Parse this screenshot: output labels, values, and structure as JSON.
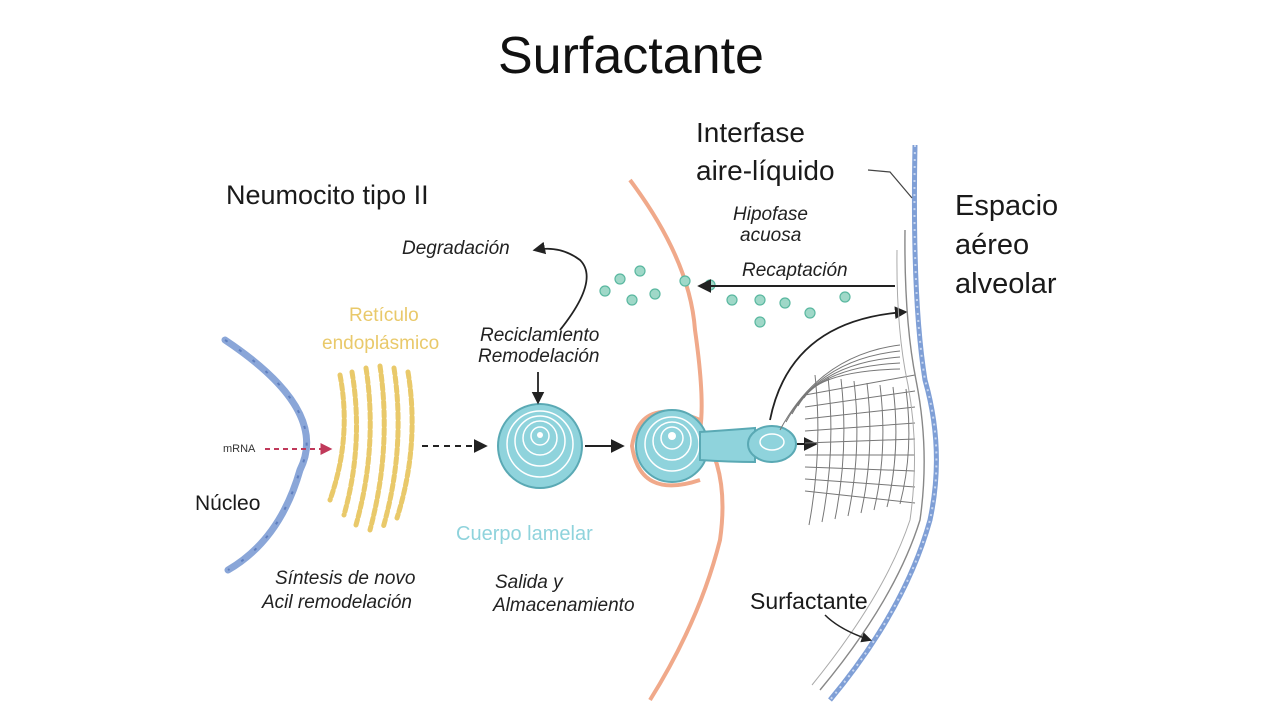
{
  "title": "Surfactante",
  "labels": {
    "cell": "Neumocito tipo II",
    "interface_line1": "Interfase",
    "interface_line2": "aire-líquido",
    "airspace_line1": "Espacio",
    "airspace_line2": "aéreo",
    "airspace_line3": "alveolar",
    "hypophase_line1": "Hipofase",
    "hypophase_line2": "acuosa",
    "degradation": "Degradación",
    "reuptake": "Recaptación",
    "er_line1": "Retículo",
    "er_line2": "endoplásmico",
    "recycling_line1": "Reciclamiento",
    "recycling_line2": "Remodelación",
    "mrna": "mRNA",
    "nucleus": "Núcleo",
    "lamellar_body": "Cuerpo lamelar",
    "synthesis_line1": "Síntesis de novo",
    "synthesis_line2": "Acil remodelación",
    "exit_line1": "Salida y",
    "exit_line2": "Almacenamiento",
    "surfactant": "Surfactante"
  },
  "colors": {
    "nucleus_membrane": "#8aa6d8",
    "cell_membrane": "#f0a98a",
    "er": "#e9c96a",
    "lamellar_body": "#8fd3dc",
    "vesicles": "#9fd8c8",
    "airspace_border": "#7f9fd6"
  }
}
